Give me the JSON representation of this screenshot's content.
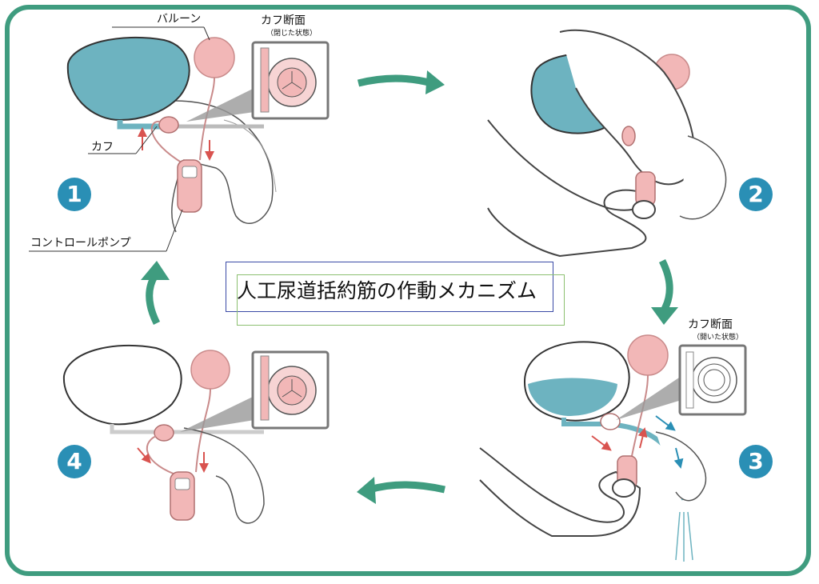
{
  "title": "人工尿道括約筋の作動メカニズム",
  "labels": {
    "balloon": "バルーン",
    "cuff": "カフ",
    "control_pump": "コントロールポンプ",
    "cuff_section": "カフ断面",
    "closed_state": "（閉じた状態）",
    "open_state": "（開いた状態）"
  },
  "steps": [
    "1",
    "2",
    "3",
    "4"
  ],
  "colors": {
    "frame": "#3f9c7f",
    "arrow": "#3f9c7f",
    "step_badge": "#2a8fb5",
    "bladder_fill": "#6db3c0",
    "device_pink": "#f2b7b7",
    "flow_arrow_red": "#d9534f",
    "flow_arrow_blue": "#2a8fb5"
  }
}
